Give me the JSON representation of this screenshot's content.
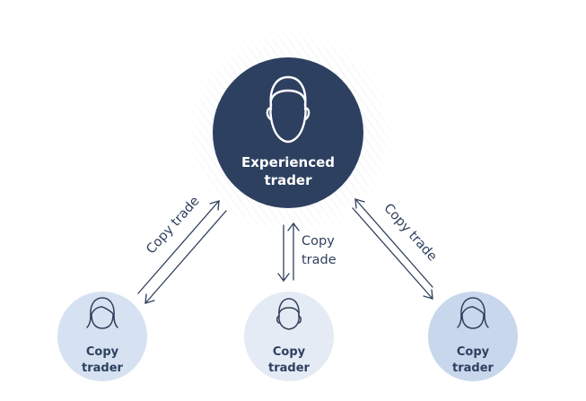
{
  "diagram": {
    "center": {
      "line1": "Experienced",
      "line2": "trader"
    },
    "followers": [
      {
        "line1": "Copy",
        "line2": "trader",
        "icon": "female-face-icon"
      },
      {
        "line1": "Copy",
        "line2": "trader",
        "icon": "male-face-icon"
      },
      {
        "line1": "Copy",
        "line2": "trader",
        "icon": "female-face-icon"
      }
    ],
    "edges": {
      "left": "Copy trade",
      "middle_line1": "Copy",
      "middle_line2": "trade",
      "right": "Copy trade"
    },
    "colors": {
      "center_fill": "#2d4060",
      "follower_left_fill": "#d6e2f1",
      "follower_middle_fill": "#e4ebf4",
      "follower_right_fill": "#c9d7ec",
      "ink": "#2f3f5c",
      "halo": "#e7e9ef"
    }
  }
}
